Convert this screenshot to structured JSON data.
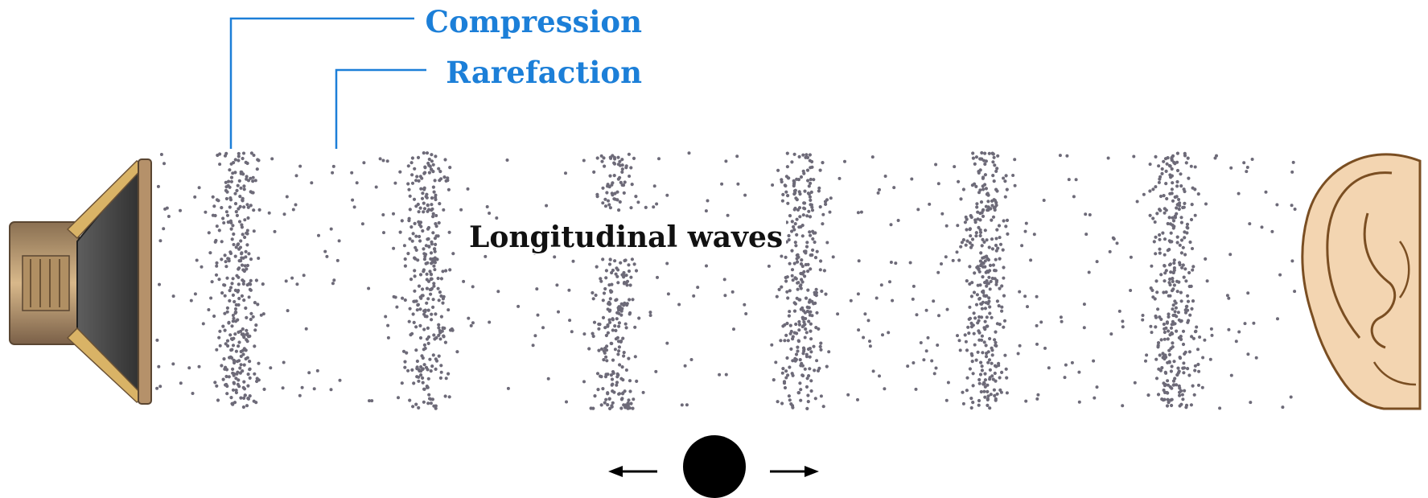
{
  "labels": {
    "compression": "Compression",
    "rarefaction": "Rarefaction",
    "title": "Longitudinal waves"
  },
  "icons": {
    "source": "loudspeaker-icon",
    "receiver": "ear-icon",
    "particle": "particle-icon",
    "left_arrow": "left-arrow-icon",
    "right_arrow": "right-arrow-icon"
  },
  "colors": {
    "label_blue": "#1c7fd8",
    "particle_gray": "#6d6a78",
    "speaker_gold": "#c9a36b",
    "ear_skin": "#f3d5b1"
  }
}
